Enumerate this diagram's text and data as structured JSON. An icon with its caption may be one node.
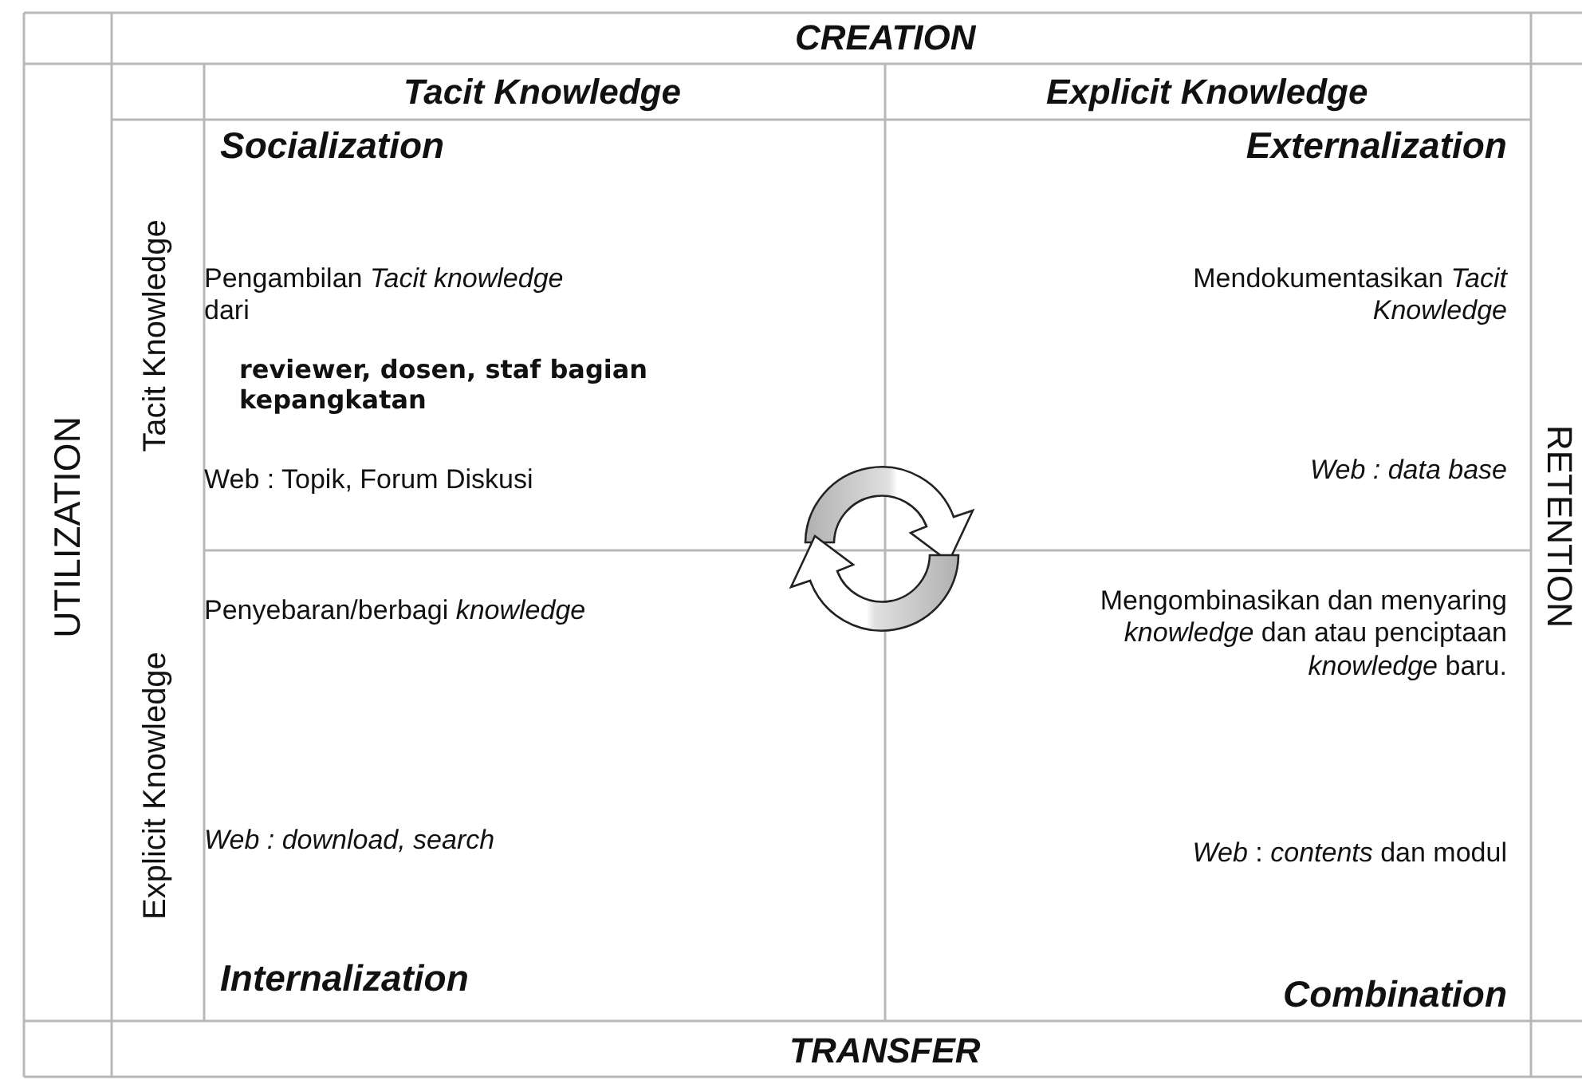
{
  "diagram": {
    "nodes": [
      {
        "text": [
          "Socialization",
          "Pengambilan *Tacit knowledge* dari",
          "reviewer, dosen, staf bagian kepangkatan",
          "Web : Topik, Forum Diskusi"
        ]
      },
      {
        "text": [
          "Externalization",
          "Mendokumentasikan *Tacit Knowledge*",
          "Web : data base"
        ]
      },
      {
        "text": [
          "Penyebaran/berbagi *knowledge*",
          "Web : download, search",
          "Internalization"
        ]
      },
      {
        "text": [
          "Mengombinasikan dan menyaring *knowledge* dan atau penciptaan *knowledge* baru.",
          "*Web* : *contents* dan modul",
          "Combination"
        ]
      }
    ],
    "labels": [
      "CREATION",
      "Tacit Knowledge",
      "Explicit Knowledge",
      "UTILIZATION",
      "Tacit Knowledge",
      "RETENTION",
      "Explicit Knowledge",
      "TRANSFER"
    ]
  }
}
